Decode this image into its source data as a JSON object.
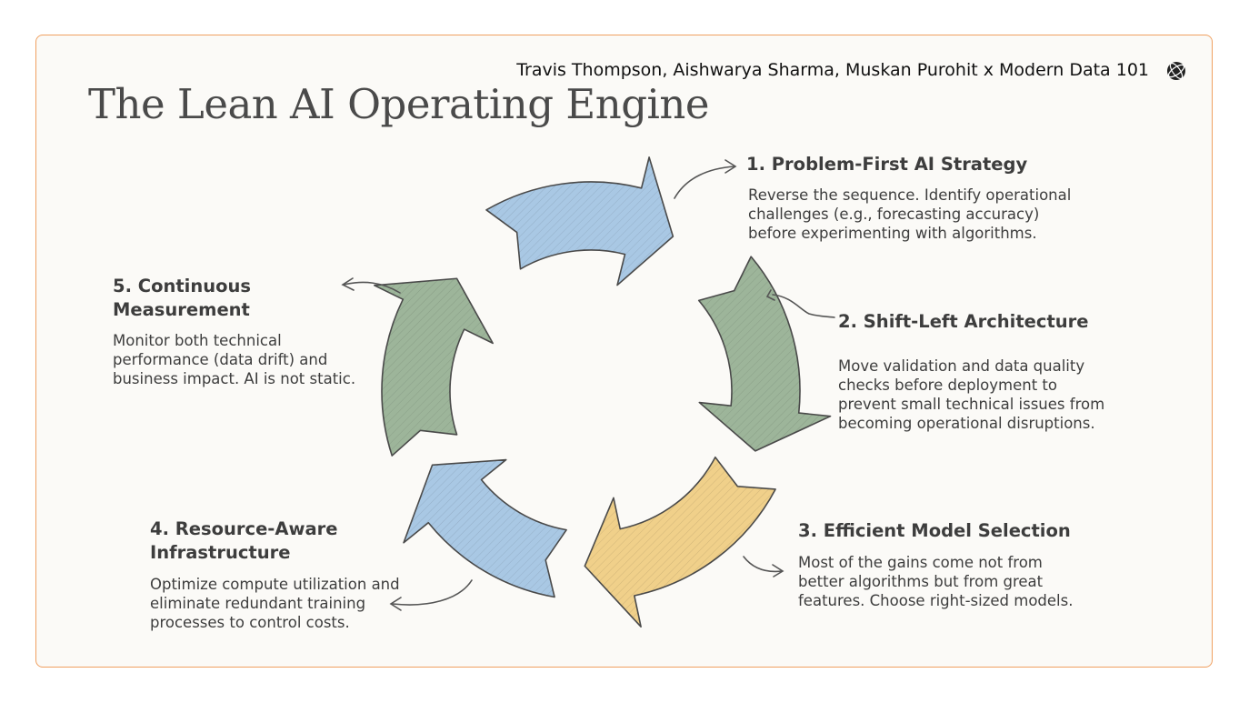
{
  "header": {
    "credit": "Travis Thompson, Aishwarya Sharma, Muskan Purohit x Modern Data 101",
    "credit_icon": "globe-logo-icon",
    "title": "The Lean AI Operating Engine"
  },
  "steps": [
    {
      "heading": "1. Problem-First AI Strategy",
      "desc": [
        "Reverse the sequence. Identify operational",
        "challenges (e.g., forecasting accuracy)",
        "before experimenting with algorithms."
      ],
      "arrow_color": "#9db59a"
    },
    {
      "heading": "2. Shift-Left Architecture",
      "desc": [
        "Move validation and data quality",
        "checks before deployment to",
        "prevent small technical issues from",
        "becoming operational disruptions."
      ],
      "arrow_color": "#f0d08a"
    },
    {
      "heading": "3. Efficient Model Selection",
      "desc": [
        "Most of the gains come not from",
        "better algorithms but from great",
        "features. Choose right-sized models."
      ],
      "arrow_color": "#a9c8e4"
    },
    {
      "heading": [
        "4. Resource-Aware",
        "Infrastructure"
      ],
      "desc": [
        "Optimize compute utilization and",
        "eliminate redundant training",
        "processes to control costs."
      ],
      "arrow_color": "#9db59a"
    },
    {
      "heading": [
        "5. Continuous",
        "Measurement"
      ],
      "desc": [
        "Monitor both technical",
        "performance (data drift) and",
        "business impact. AI is not static."
      ],
      "arrow_color": "#a9c8e4"
    }
  ],
  "colors": {
    "border": "#f0a060",
    "text": "#3d3d3d",
    "title": "#4a4a4a",
    "outline": "#4a4a4a"
  }
}
